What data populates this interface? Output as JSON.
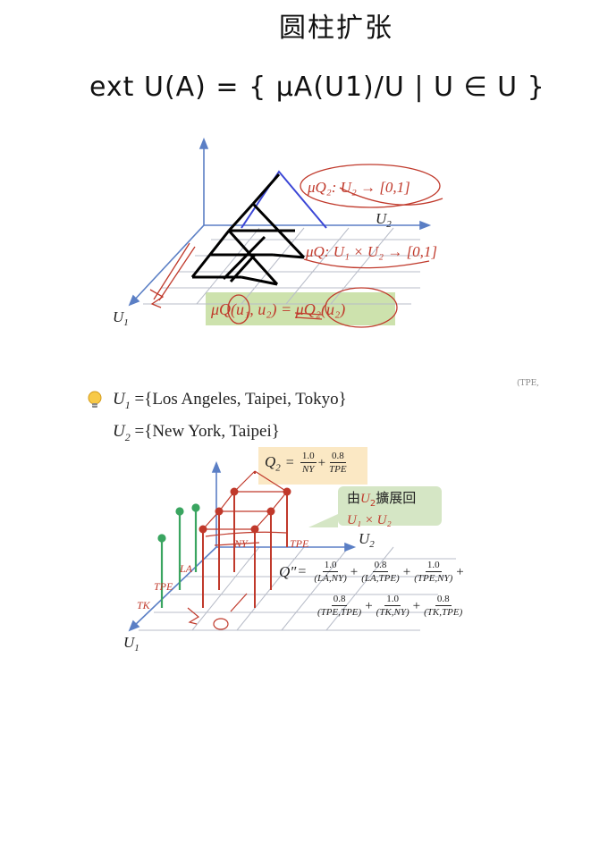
{
  "handwritten": {
    "title": "圆柱扩张",
    "formula": "ext U(A) = { μA(U1)/U | U ∈ U }"
  },
  "figure1": {
    "axis_u1": "U",
    "axis_u1_sub": "1",
    "axis_u2": "U",
    "axis_u2_sub": "2",
    "mapping_q2": "μQ₂: U₂ → [0,1]",
    "mapping_q": "μQ: U₁ × U₂ → [0,1]",
    "equation": "μQ(u₁, u₂) = μQ₂(u₂)"
  },
  "sets": {
    "u1_label": "U",
    "u1_sub": "1",
    "u1_def": "={Los Angeles, Taipei, Tokyo}",
    "u2_label": "U",
    "u2_sub": "2",
    "u2_def": "={New York, Taipei}"
  },
  "figure2": {
    "q2_lhs": "Q",
    "q2_sub": "2",
    "q2_terms": [
      {
        "num": "1.0",
        "den": "NY"
      },
      {
        "num": "0.8",
        "den": "TPE"
      }
    ],
    "ext_line1_prefix": "由",
    "ext_line1_var": "U",
    "ext_line1_sub": "2",
    "ext_line1_suffix": "擴展回",
    "ext_line2": "U₁ × U₂",
    "axis_u1": "U",
    "axis_u1_sub": "1",
    "axis_u2": "U",
    "axis_u2_sub": "2",
    "u1_ticks": [
      "TK",
      "TPE",
      "LA"
    ],
    "u2_ticks": [
      "NY",
      "TPE"
    ],
    "qpp_lhs": "Q″",
    "qpp_terms_row1": [
      {
        "num": "1.0",
        "den": "(LA,NY)"
      },
      {
        "num": "0.8",
        "den": "(LA,TPE)"
      },
      {
        "num": "1.0",
        "den": "(TPE,NY)"
      }
    ],
    "qpp_terms_row2": [
      {
        "num": "0.8",
        "den": "(TPE,TPE)"
      },
      {
        "num": "1.0",
        "den": "(TK,NY)"
      },
      {
        "num": "0.8",
        "den": "(TK,TPE)"
      }
    ]
  },
  "corner_fragment": "(TPE,"
}
